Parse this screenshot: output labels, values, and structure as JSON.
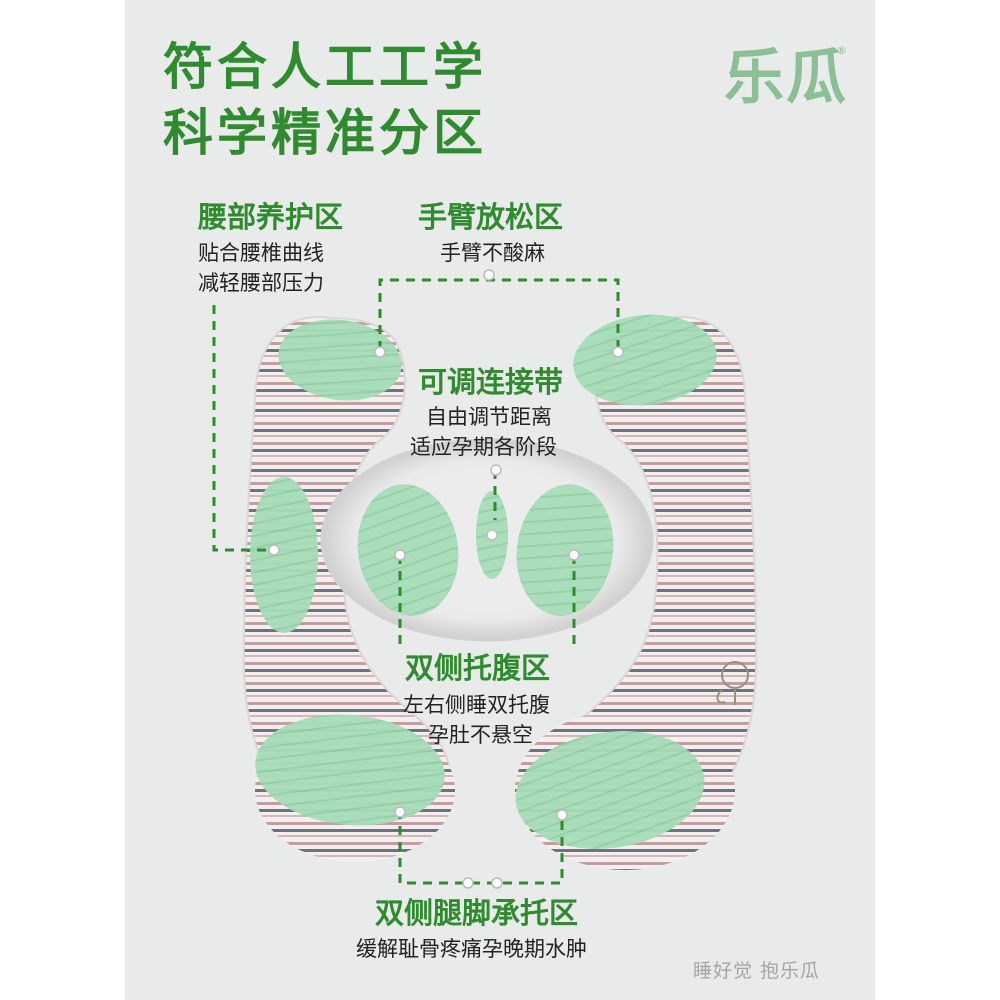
{
  "headline": {
    "line1": "符合人工工学",
    "line2": "科学精准分区"
  },
  "brand": {
    "logo_text": "乐瓜",
    "registered_mark": "®"
  },
  "zones": {
    "waist": {
      "title": "腰部养护区",
      "desc_line1": "贴合腰椎曲线",
      "desc_line2": "减轻腰部压力"
    },
    "arm": {
      "title": "手臂放松区",
      "desc_line1": "手臂不酸麻"
    },
    "belt": {
      "title": "可调连接带",
      "desc_line1": "自由调节距离",
      "desc_line2": "适应孕期各阶段"
    },
    "belly": {
      "title": "双侧托腹区",
      "desc_line1": "左右侧睡双托腹",
      "desc_line2": "孕肚不悬空"
    },
    "legs": {
      "title": "双侧腿脚承托区",
      "desc_line1": "缓解耻骨疼痛孕晚期水肿"
    }
  },
  "slogan": "睡好觉 抱乐瓜",
  "colors": {
    "accent_green": "#2e8b2e",
    "zone_fill": "#a8dfb9",
    "logo_green": "#8bbf96",
    "background": "#e9eaea"
  }
}
